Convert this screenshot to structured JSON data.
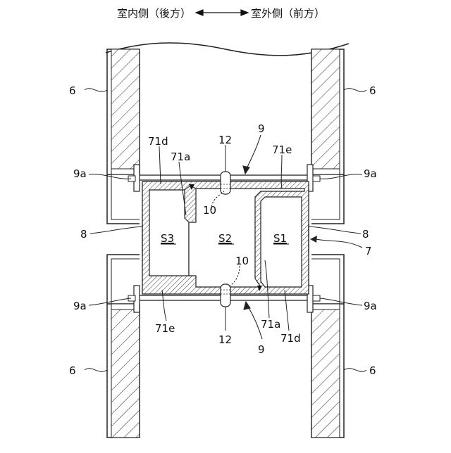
{
  "header": {
    "left": "室内側（後方）",
    "right": "室外側（前方）"
  },
  "labels": {
    "wall": "6",
    "bracket": "9a",
    "gasket": "8",
    "frame": "7",
    "connector": "9",
    "screw": "12",
    "cavity": "10",
    "web_d": "71d",
    "web_a": "71a",
    "web_e": "71e",
    "space_s1": "S1",
    "space_s2": "S2",
    "space_s3": "S3"
  }
}
